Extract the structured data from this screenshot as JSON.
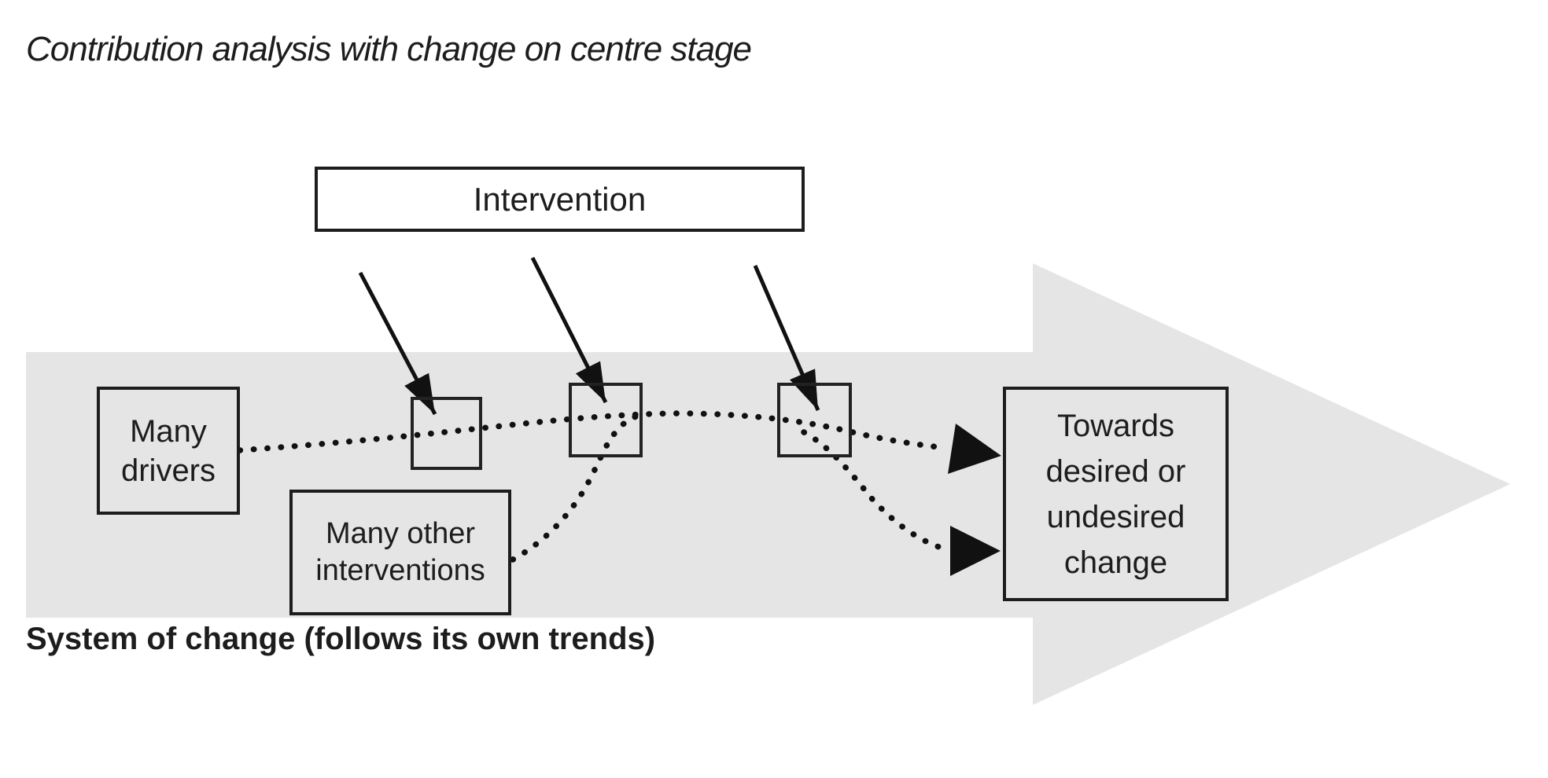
{
  "title": "Contribution analysis with change on centre stage",
  "boxes": {
    "intervention": "Intervention",
    "many_drivers": "Many\ndrivers",
    "many_other_interventions": "Many other\ninterventions",
    "towards_change": "Towards\ndesired or\nundesired\nchange"
  },
  "labels": {
    "system_of_change": "System of change (follows its own trends)"
  },
  "colors": {
    "system_arrow_fill": "#e5e5e5",
    "ink": "#111111"
  }
}
